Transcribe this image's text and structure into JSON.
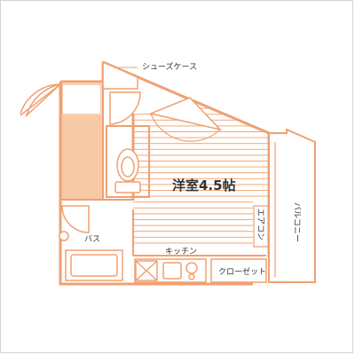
{
  "labels": {
    "shoe_case": "シューズケース",
    "western_room": "洋室4.5帖",
    "balcony": "バルコニー",
    "air_conditioner": "エアコン",
    "bath": "バス",
    "kitchen": "キッチン",
    "closet": "クローゼット"
  },
  "colors": {
    "wall": "#f0a070",
    "floor_lines": "#f2a877",
    "entrance_fill": "#f7c9a6",
    "background": "#ffffff",
    "text": "#333333"
  }
}
